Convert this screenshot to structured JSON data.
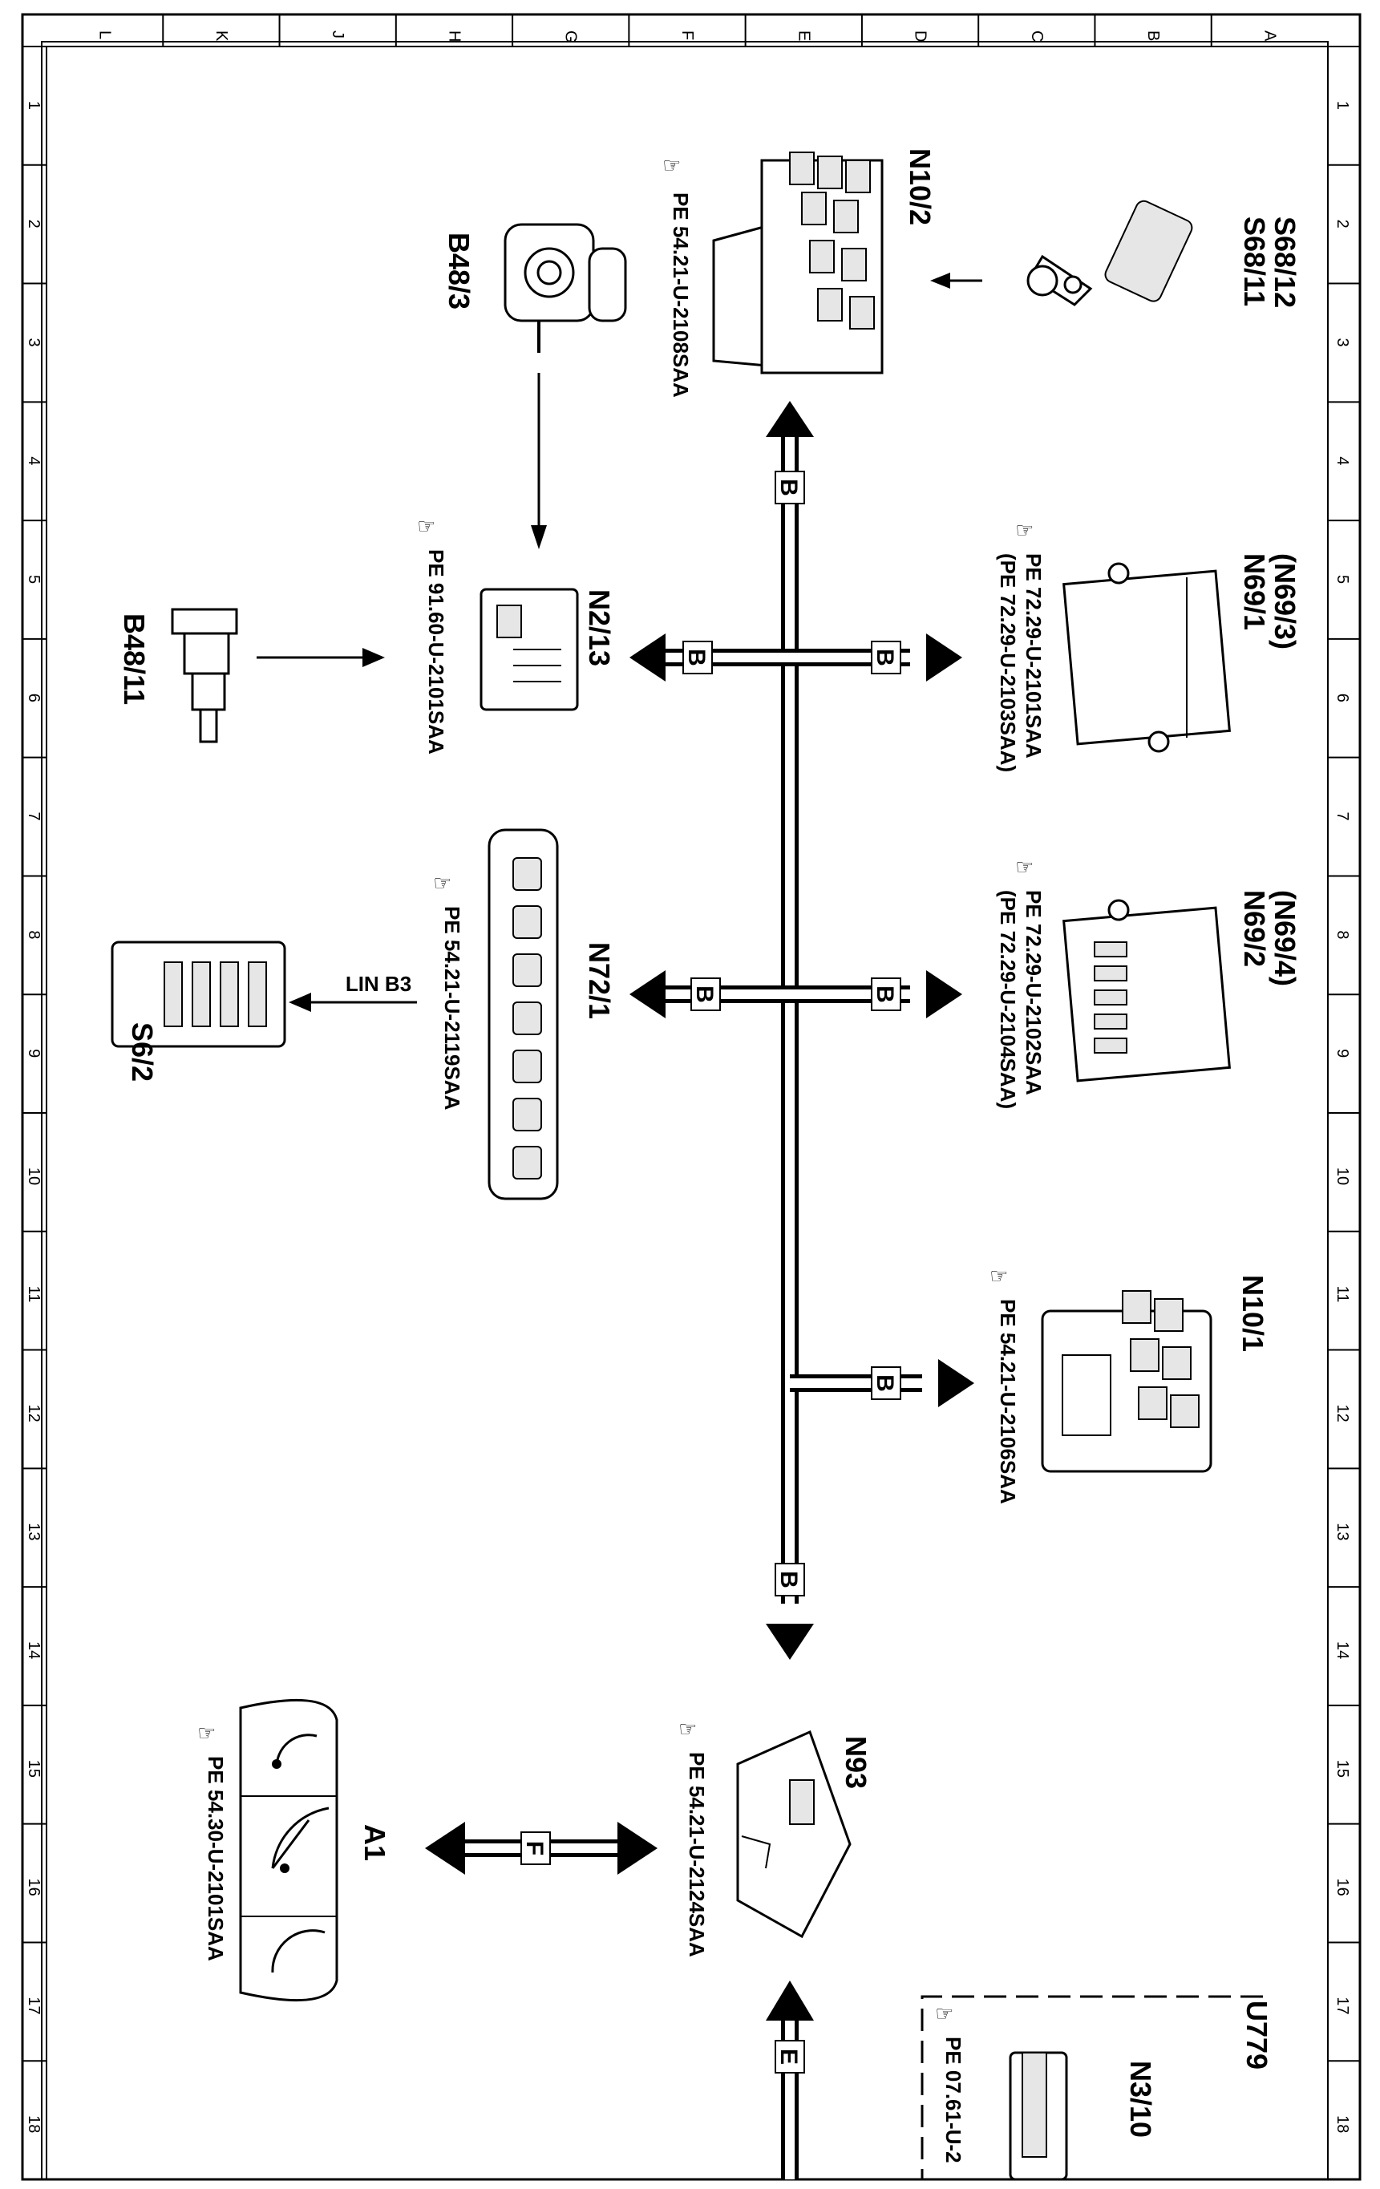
{
  "grid": {
    "columns": [
      "A",
      "B",
      "C",
      "D",
      "E",
      "F",
      "G",
      "H",
      "J",
      "K",
      "L"
    ],
    "rows": [
      "1",
      "2",
      "3",
      "4",
      "5",
      "6",
      "7",
      "8",
      "9",
      "10",
      "11",
      "12",
      "13",
      "14",
      "15",
      "16",
      "17",
      "18"
    ]
  },
  "components": {
    "S68": {
      "label_a": "S68/11",
      "label_b": "S68/12"
    },
    "N10_2": {
      "label": "N10/2",
      "ref": "PE 54.21-U-2108SAA"
    },
    "B48_3": {
      "label": "B48/3"
    },
    "N69_1": {
      "label_a": "N69/1",
      "label_b": "(N69/3)",
      "ref_a": "PE 72.29-U-2101SAA",
      "ref_b": "(PE 72.29-U-2103SAA)"
    },
    "N2_13": {
      "label": "N2/13",
      "ref": "PE 91.60-U-2101SAA"
    },
    "B48_11": {
      "label": "B48/11"
    },
    "N69_2": {
      "label_a": "N69/2",
      "label_b": "(N69/4)",
      "ref_a": "PE 72.29-U-2102SAA",
      "ref_b": "(PE 72.29-U-2104SAA)"
    },
    "N72_1": {
      "label": "N72/1",
      "ref": "PE 54.21-U-2119SAA"
    },
    "S6_2": {
      "label": "S6/2"
    },
    "N10_1": {
      "label": "N10/1",
      "ref": "PE 54.21-U-2106SAA"
    },
    "N93": {
      "label": "N93",
      "ref": "PE 54.21-U-2124SAA"
    },
    "A1": {
      "label": "A1",
      "ref": "PE 54.30-U-2101SAA"
    },
    "U779": {
      "label": "U779"
    },
    "N3_10": {
      "label": "N3/10",
      "ref": "PE 07.61-U-2"
    }
  },
  "buses": {
    "b": "B",
    "f": "F",
    "e": "E",
    "lin": "LIN B3"
  }
}
